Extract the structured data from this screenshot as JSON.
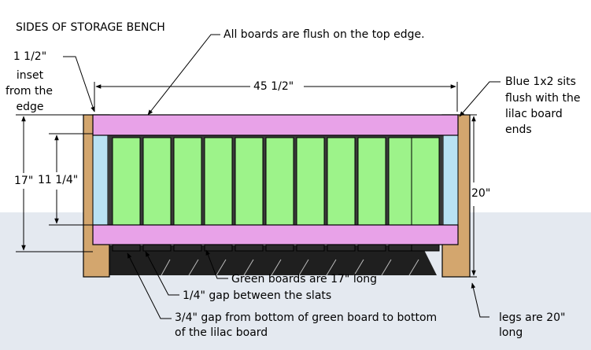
{
  "title": "SIDES OF STORAGE BENCH",
  "colors": {
    "leg": "#d3a66e",
    "lilac": "#e8a2e8",
    "blue": "#b9e2f3",
    "slat": "#9df38a",
    "shadow": "#1f1f1f",
    "background_lower": "#e4e9f0"
  },
  "dimensions": {
    "width": "45 1/2\"",
    "overall_height": "17\"",
    "inner_height": "11 1/4\"",
    "leg_height": "20\""
  },
  "annotations": {
    "flush_top": "All boards are flush on the top edge.",
    "inset": [
      "1 1/2\"",
      "inset",
      "from the",
      "edge"
    ],
    "blue_board": [
      "Blue 1x2 sits",
      "flush with the",
      "lilac board",
      "ends"
    ],
    "green_length": "Green boards are 17\" long",
    "slat_gap": "1/4\" gap between the slats",
    "bottom_gap": [
      "3/4\" gap from bottom of green board to bottom",
      "of the lilac board"
    ],
    "legs": [
      "legs are 20\"",
      "long"
    ]
  }
}
